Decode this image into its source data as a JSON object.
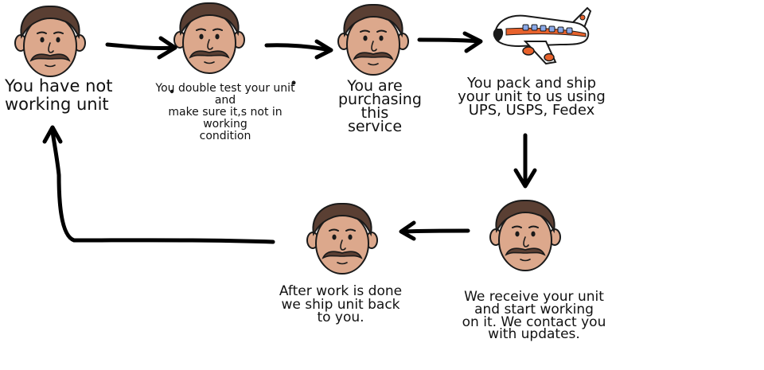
{
  "steps": [
    {
      "id": "not-working",
      "label": "You have not\nworking unit"
    },
    {
      "id": "double-test",
      "label": "You double test your unit and\nmake sure it,s not in working\ncondition"
    },
    {
      "id": "purchase",
      "label": "You are\npurchasing\nthis service"
    },
    {
      "id": "ship-to-us",
      "label": "You pack and ship\nyour unit to us  using\nUPS, USPS, Fedex"
    },
    {
      "id": "receive",
      "label": "We receive your unit\nand start working\non it. We contact you\nwith updates."
    },
    {
      "id": "ship-back",
      "label": "After work is done\nwe ship  unit back\nto you."
    }
  ],
  "colors": {
    "skin": "#dca88c",
    "hair": "#5a3f33",
    "outline": "#1a1a1a",
    "arrow": "#000000",
    "plane_stripe": "#e8622c",
    "plane_window": "#8aa8e8"
  },
  "icons": {
    "person": "mustached-man-face-icon",
    "transport": "airplane-icon"
  }
}
